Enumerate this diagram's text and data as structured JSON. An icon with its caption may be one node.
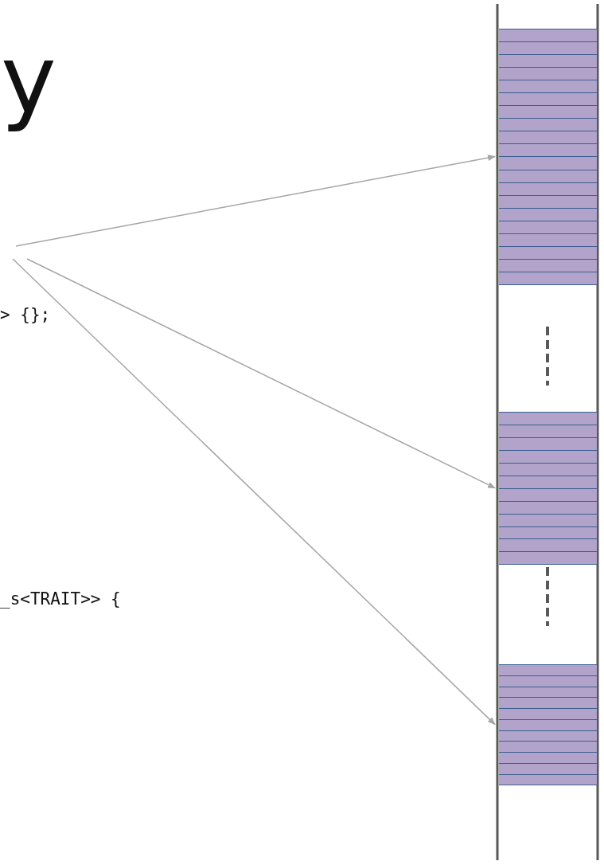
{
  "diagram": {
    "title": "y",
    "nodes": [
      {
        "text": [],
        "shape": "bar"
      },
      {
        "text": [],
        "shape": "bar"
      },
      {
        "text": [],
        "shape": "bar"
      }
    ],
    "edges": [
      {
        "from": null,
        "to": 0,
        "arrow": "to"
      },
      {
        "from": null,
        "to": 1,
        "arrow": "to"
      },
      {
        "from": null,
        "to": 2,
        "arrow": "to"
      }
    ],
    "labels": [
      "> {};",
      "_s<TRAIT>> {"
    ]
  }
}
